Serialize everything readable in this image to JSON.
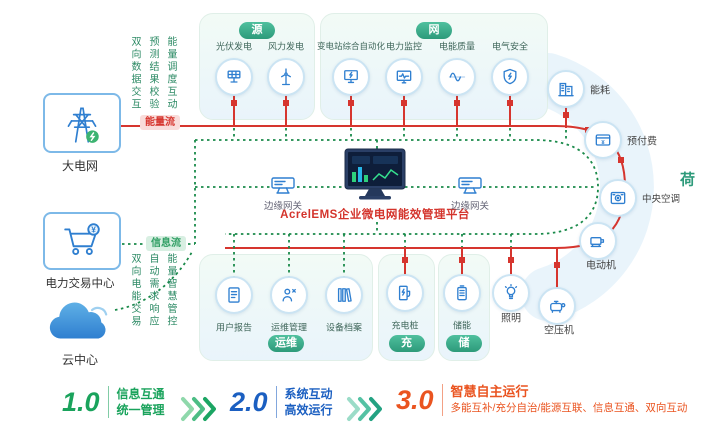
{
  "left_panel": {
    "grid": {
      "label": "大电网"
    },
    "trading": {
      "label": "电力交易中心"
    },
    "cloud": {
      "label": "云中心"
    },
    "top_vertical_texts": [
      "双向数据交互",
      "预测结果校验",
      "能量调度互动"
    ],
    "bottom_vertical_texts": [
      "双向电能交易",
      "自动需求响应",
      "能量智慧管控"
    ],
    "energy_flow_badge": "能量流",
    "info_flow_badge": "信息流"
  },
  "source_group": {
    "title": "源",
    "items": [
      {
        "label": "光伏发电",
        "icon": "solar-panel"
      },
      {
        "label": "风力发电",
        "icon": "wind-turbine"
      }
    ]
  },
  "grid_group": {
    "title": "网",
    "items": [
      {
        "label": "变电站综合自动化",
        "icon": "substation-automation"
      },
      {
        "label": "电力监控",
        "icon": "power-monitoring"
      },
      {
        "label": "电能质量",
        "icon": "power-quality"
      },
      {
        "label": "电气安全",
        "icon": "electrical-safety"
      }
    ]
  },
  "load_group": {
    "title": "荷",
    "items": [
      {
        "label": "能耗",
        "icon": "energy-consumption"
      },
      {
        "label": "预付费",
        "icon": "prepaid"
      },
      {
        "label": "中央空调",
        "icon": "central-ac"
      },
      {
        "label": "电动机",
        "icon": "motor"
      },
      {
        "label": "空压机",
        "icon": "air-compressor"
      },
      {
        "label": "照明",
        "icon": "lighting"
      }
    ]
  },
  "om_group": {
    "title": "运维",
    "items": [
      {
        "label": "用户报告",
        "icon": "user-report"
      },
      {
        "label": "运维管理",
        "icon": "om-management"
      },
      {
        "label": "设备档案",
        "icon": "equipment-archive"
      }
    ]
  },
  "charge_group": {
    "title": "充",
    "items": [
      {
        "label": "充电桩",
        "icon": "charging-pile"
      }
    ]
  },
  "storage_group": {
    "title": "储",
    "items": [
      {
        "label": "储能",
        "icon": "battery"
      }
    ]
  },
  "center": {
    "platform_title": "AcrelEMS企业微电网能效管理平台",
    "left_gateway": "边缘网关",
    "right_gateway": "边缘网关"
  },
  "legend": [
    {
      "version": "1.0",
      "line1": "信息互通",
      "line2": "统一管理"
    },
    {
      "version": "2.0",
      "line1": "系统互动",
      "line2": "高效运行"
    },
    {
      "version": "3.0",
      "line1": "智慧自主运行",
      "line2": "多能互补/充分自治/能源互联、信息互通、双向互动"
    }
  ],
  "colors": {
    "energy_line": "#d6352e",
    "info_line": "#1a8a4a",
    "accent_green": "#2d9a7a",
    "accent_blue": "#1b5fc1",
    "accent_orange": "#ea5420",
    "icon_blue": "#2f7fd0"
  }
}
